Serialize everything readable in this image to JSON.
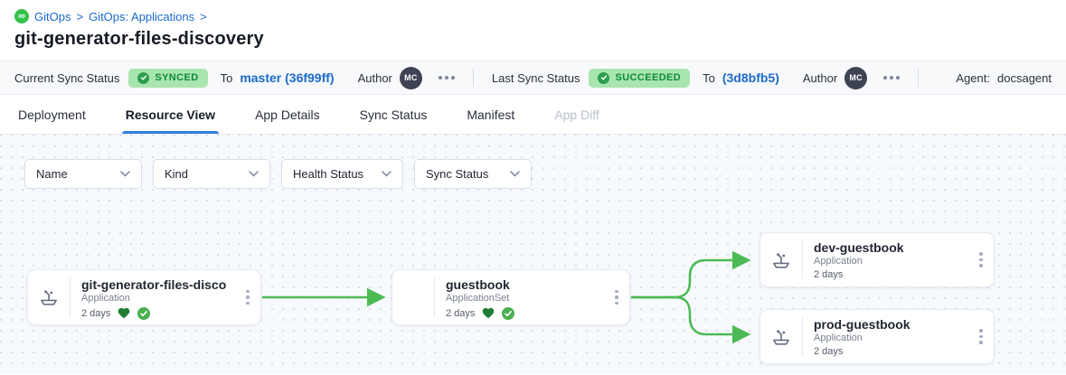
{
  "breadcrumb": {
    "logo_icon": "gitops-infinity-icon",
    "logo_glyph": "∞",
    "items": [
      {
        "label": "GitOps"
      },
      {
        "label": "GitOps: Applications"
      }
    ],
    "separator": ">"
  },
  "page": {
    "title": "git-generator-files-discovery"
  },
  "status_bar": {
    "current_sync": {
      "label": "Current Sync Status",
      "badge": "SYNCED",
      "to_label": "To",
      "revision": "master (36f99ff)",
      "author_label": "Author",
      "author_initials": "MC"
    },
    "last_sync": {
      "label": "Last Sync Status",
      "badge": "SUCCEEDED",
      "to_label": "To",
      "revision": "(3d8bfb5)",
      "author_label": "Author",
      "author_initials": "MC"
    },
    "agent": {
      "label": "Agent:",
      "value": "docsagent"
    }
  },
  "tabs": {
    "items": [
      {
        "label": "Deployment",
        "state": "normal"
      },
      {
        "label": "Resource View",
        "state": "active"
      },
      {
        "label": "App Details",
        "state": "normal"
      },
      {
        "label": "Sync Status",
        "state": "normal"
      },
      {
        "label": "Manifest",
        "state": "normal"
      },
      {
        "label": "App Diff",
        "state": "disabled"
      }
    ]
  },
  "filters": {
    "items": [
      {
        "label": "Name"
      },
      {
        "label": "Kind"
      },
      {
        "label": "Health Status"
      },
      {
        "label": "Sync Status"
      }
    ]
  },
  "graph": {
    "nodes": [
      {
        "title": "git-generator-files-disco...",
        "kind": "Application",
        "age": "2 days",
        "health_icon": "heart-icon",
        "sync_icon": "check-circle-icon",
        "app_icon": "argo-app-icon"
      },
      {
        "title": "guestbook",
        "kind": "ApplicationSet",
        "age": "2 days",
        "health_icon": "heart-icon",
        "sync_icon": "check-circle-icon",
        "app_icon": "none"
      },
      {
        "title": "dev-guestbook",
        "kind": "Application",
        "age": "2 days",
        "app_icon": "argo-app-icon"
      },
      {
        "title": "prod-guestbook",
        "kind": "Application",
        "age": "2 days",
        "app_icon": "argo-app-icon"
      }
    ],
    "edges": [
      {
        "from": "git-generator-files-disco...",
        "to": "guestbook"
      },
      {
        "from": "guestbook",
        "to": "dev-guestbook"
      },
      {
        "from": "guestbook",
        "to": "prod-guestbook"
      }
    ]
  },
  "icons": {
    "more_options": "ellipsis-horizontal",
    "node_menu": "ellipsis-vertical",
    "dropdown": "chevron-down"
  },
  "colors": {
    "link_blue": "#1b6ac9",
    "tab_underline_blue": "#2f7fe0",
    "badge_bg_green": "#a9e5af",
    "badge_text_green": "#0e8a3d",
    "edge_green": "#4cba54",
    "health_heart_green": "#1e7d32",
    "sync_check_green": "#4caf50",
    "avatar_bg": "#3d4352"
  }
}
